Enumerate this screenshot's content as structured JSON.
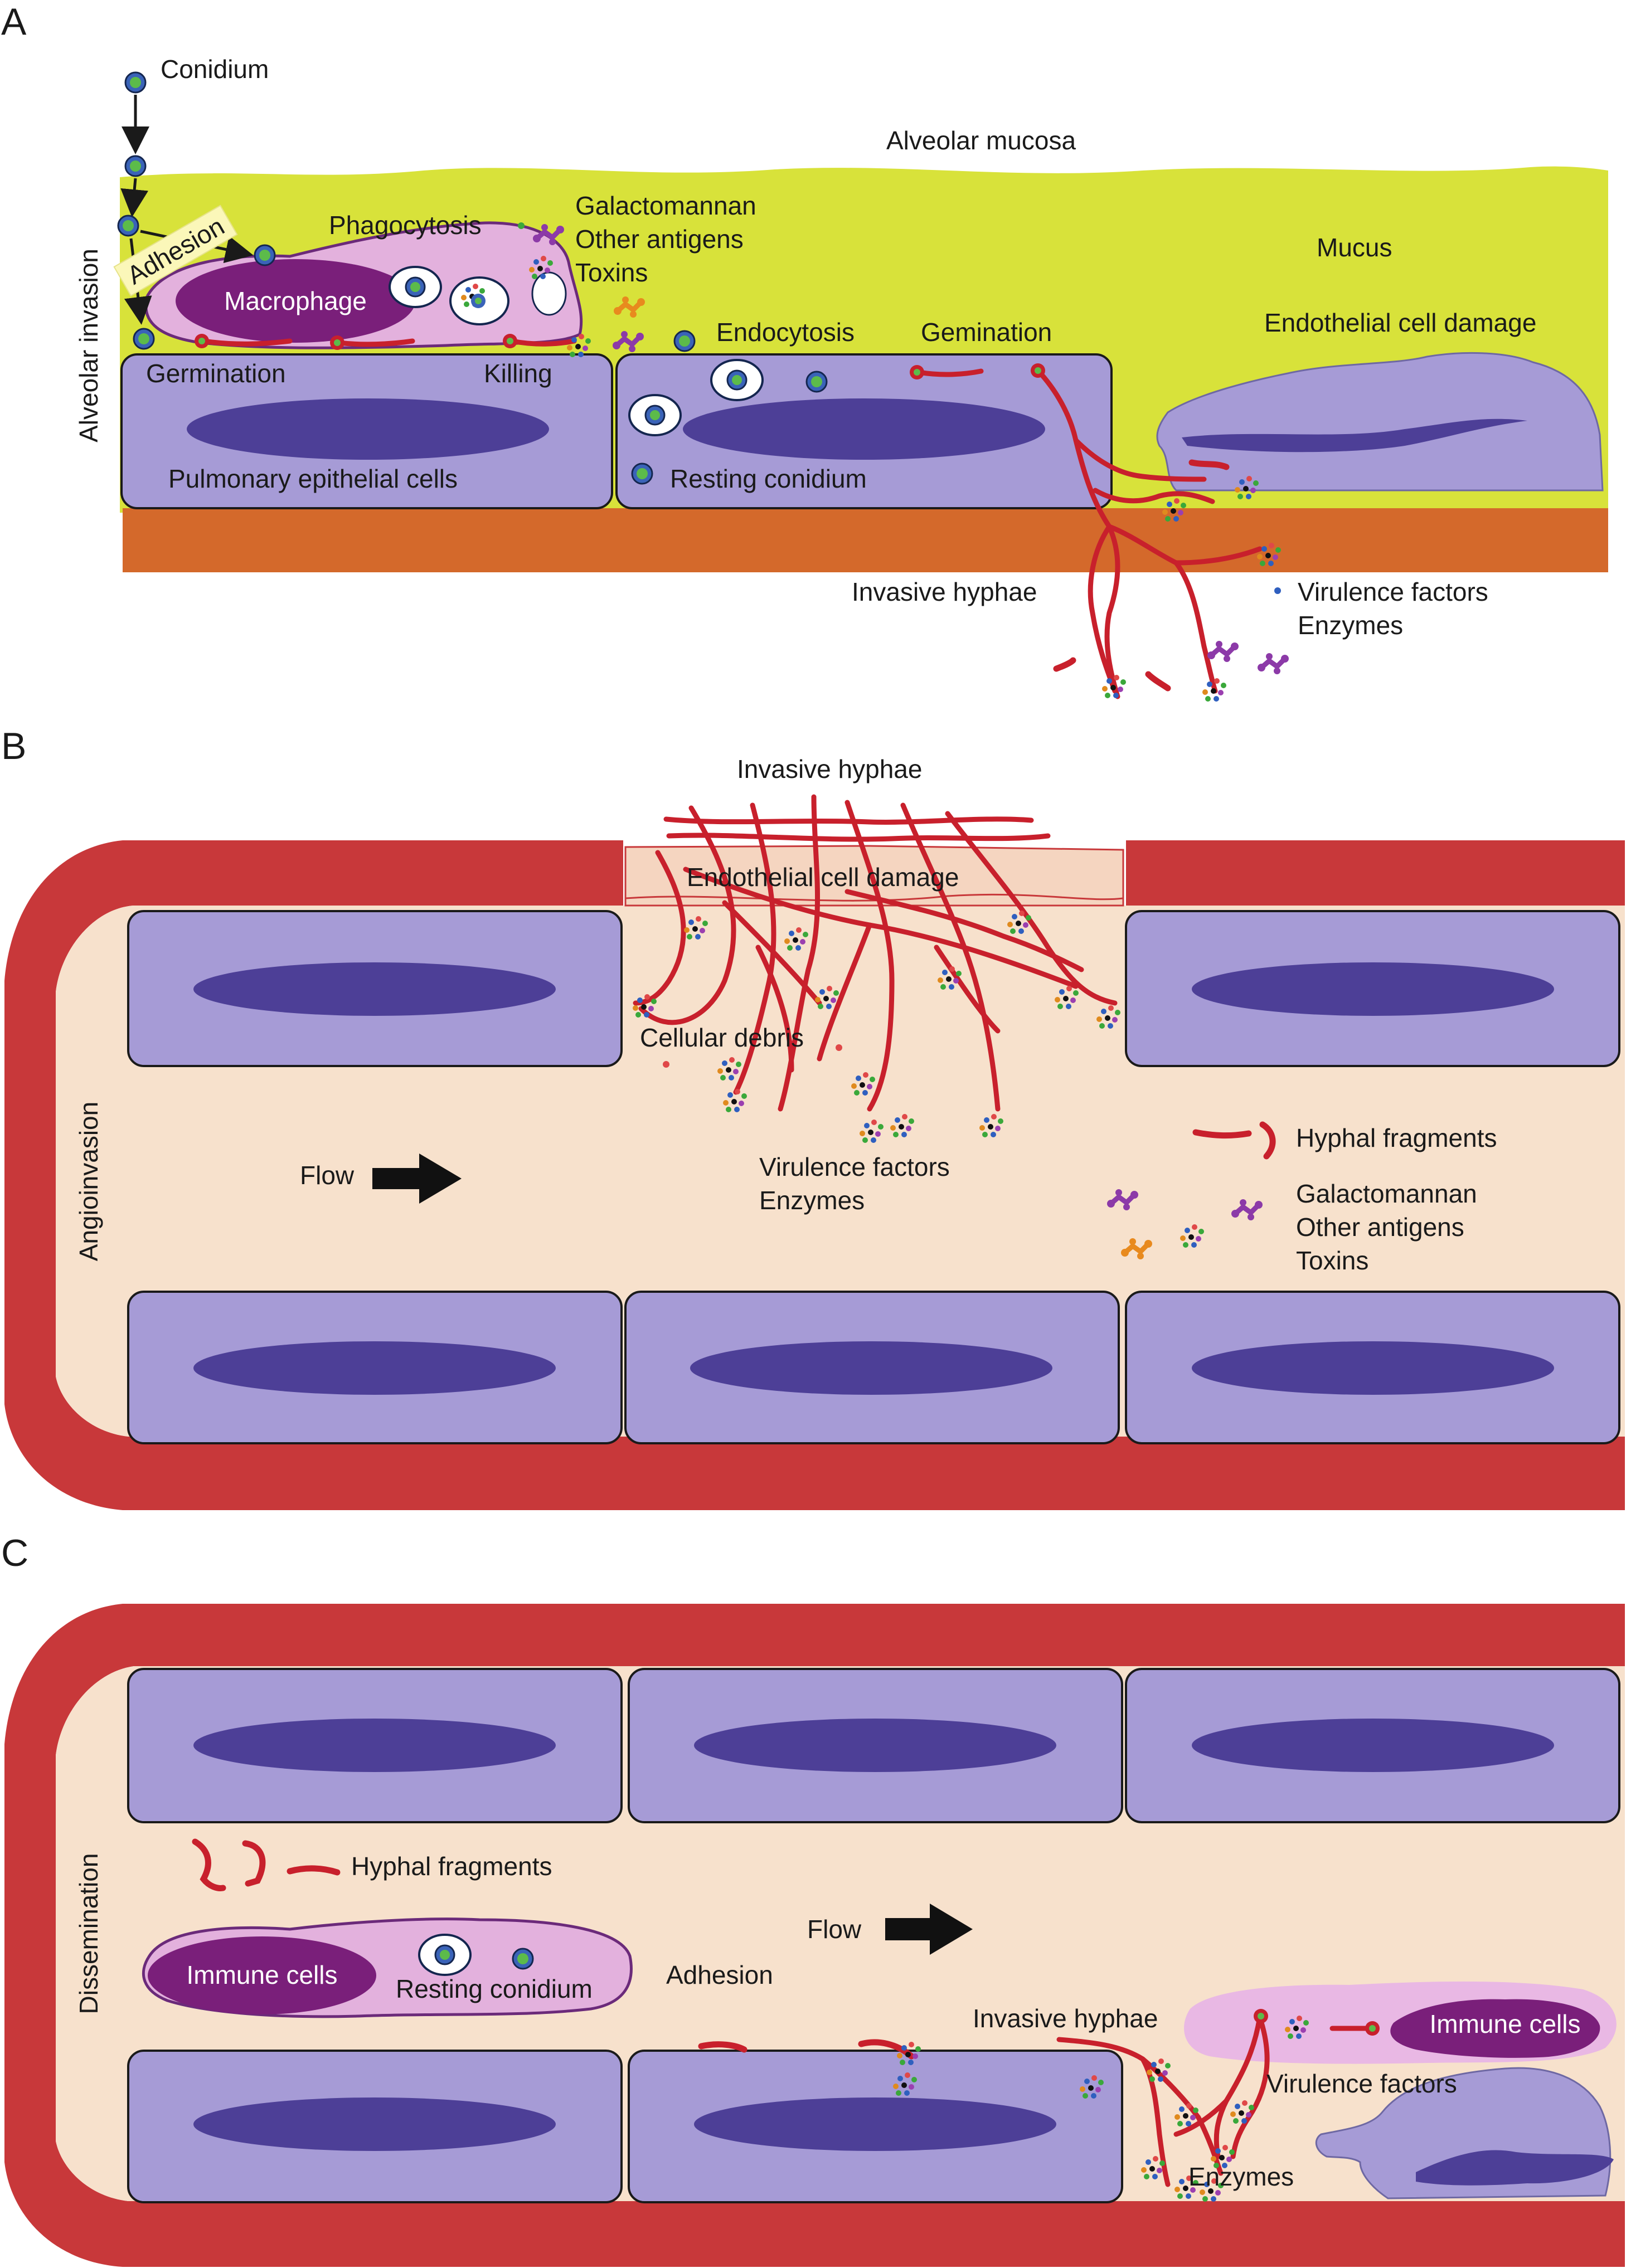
{
  "panels": {
    "a": {
      "letter": "A",
      "side_label": "Alveolar invasion",
      "labels": {
        "conidium": "Conidium",
        "alveolar_mucosa": "Alveolar mucosa",
        "adhesion": "Adhesion",
        "phagocytosis": "Phagocytosis",
        "antigens": [
          "Galactomannan",
          "Other antigens",
          "Toxins"
        ],
        "macrophage": "Macrophage",
        "mucus": "Mucus",
        "endothelial_damage": "Endothelial cell damage",
        "endocytosis": "Endocytosis",
        "gemination": "Gemination",
        "germination": "Germination",
        "killing": "Killing",
        "pulmonary_cells": "Pulmonary epithelial cells",
        "resting_conidium": "Resting conidium",
        "invasive_hyphae": "Invasive hyphae",
        "virulence": [
          "Virulence factors",
          "Enzymes"
        ]
      }
    },
    "b": {
      "letter": "B",
      "side_label": "Angioinvasion",
      "labels": {
        "invasive_hyphae": "Invasive hyphae",
        "endothelial_damage": "Endothelial cell damage",
        "cellular_debris": "Cellular debris",
        "flow": "Flow",
        "virulence": [
          "Virulence factors",
          "Enzymes"
        ],
        "hyphal_fragments": "Hyphal fragments",
        "antigens": [
          "Galactomannan",
          "Other antigens",
          "Toxins"
        ]
      }
    },
    "c": {
      "letter": "C",
      "side_label": "Dissemination",
      "labels": {
        "hyphal_fragments": "Hyphal fragments",
        "flow": "Flow",
        "immune_cells": "Immune cells",
        "resting_conidium": "Resting conidium",
        "adhesion": "Adhesion",
        "invasive_hyphae": "Invasive hyphae",
        "immune_cells_2": "Immune cells",
        "virulence_factors": "Virulence factors",
        "enzymes": "Enzymes"
      }
    }
  },
  "colors": {
    "mucus": "#d8e23a",
    "vessel_wall": "#c8383a",
    "lumen": "#f7e1cc",
    "epithelial_cell": "#a69bd6",
    "nucleus": "#4d3f97",
    "hypha": "#c8202c",
    "macrophage_body": "#e3b1dd",
    "macrophage_nucleus": "#7a1f7a",
    "basement_layer": "#d4692b",
    "conidium_outer": "#2c5bb3",
    "conidium_inner": "#55b847"
  }
}
